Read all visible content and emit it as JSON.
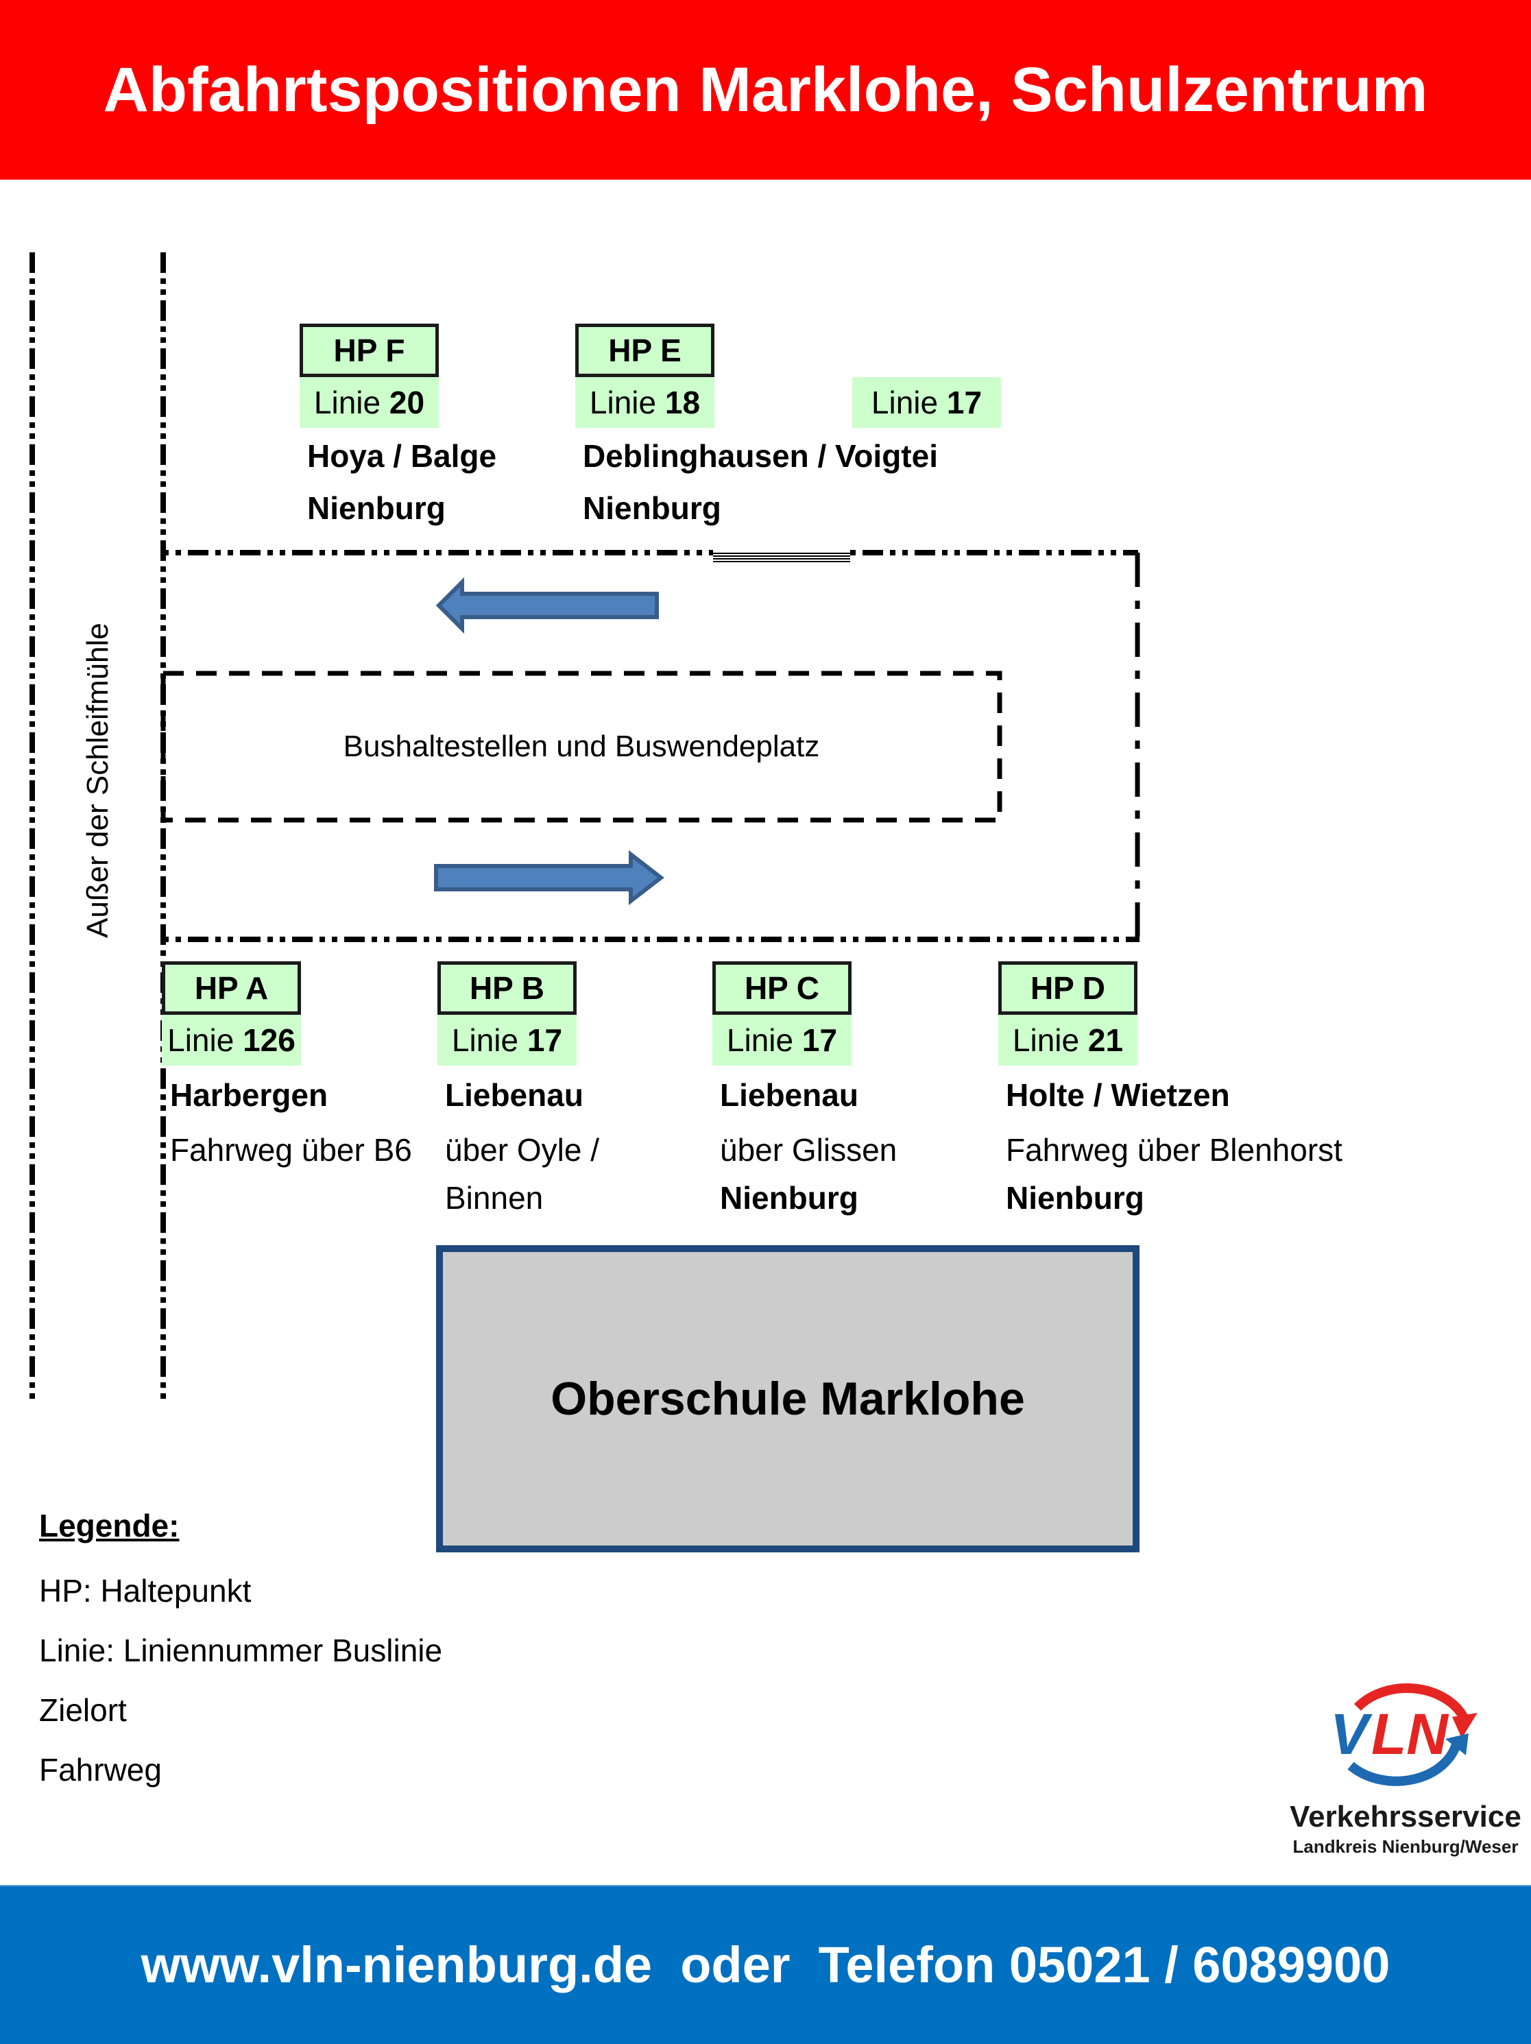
{
  "header": {
    "title": "Abfahrtspositionen Marklohe, Schulzentrum"
  },
  "street": {
    "name": "Außer der Schleifmühle"
  },
  "area": {
    "label": "Bushaltestellen und Buswendeplatz"
  },
  "stops_top": [
    {
      "hp": "HP F",
      "linie_prefix": "Linie",
      "linie_number": "20",
      "destination": "Hoya / Balge",
      "extra": "Nienburg"
    },
    {
      "hp": "HP E",
      "linie_prefix": "Linie",
      "linie_number": "18",
      "destination": "Deblinghausen / Voigtei",
      "extra": "Nienburg"
    }
  ],
  "extra_linie": {
    "linie_prefix": "Linie",
    "linie_number": "17"
  },
  "stops_bottom": [
    {
      "hp": "HP A",
      "linie_prefix": "Linie",
      "linie_number": "126",
      "destination": "Harbergen",
      "route": "Fahrweg über B6"
    },
    {
      "hp": "HP B",
      "linie_prefix": "Linie",
      "linie_number": "17",
      "destination": "Liebenau",
      "route": "über Oyle /",
      "route2": "Binnen"
    },
    {
      "hp": "HP C",
      "linie_prefix": "Linie",
      "linie_number": "17",
      "destination": "Liebenau",
      "route": "über Glissen",
      "extra": "Nienburg"
    },
    {
      "hp": "HP D",
      "linie_prefix": "Linie",
      "linie_number": "21",
      "destination": "Holte / Wietzen",
      "route": "Fahrweg über Blenhorst",
      "extra": "Nienburg"
    }
  ],
  "school": {
    "name": "Oberschule Marklohe"
  },
  "legend": {
    "title": "Legende:",
    "items": [
      "HP: Haltepunkt",
      "Linie: Liniennummer Buslinie",
      "Zielort",
      "Fahrweg"
    ]
  },
  "logo": {
    "mark": "VLN",
    "line1": "Verkehrsservice",
    "line2": "Landkreis Nienburg/Weser"
  },
  "footer": {
    "text": "www.vln-nienburg.de  oder  Telefon 05021 / 6089900"
  },
  "colors": {
    "header": "#ff0000",
    "footer": "#0070c0",
    "stop_fill": "#ccffcc",
    "arrow": "#4f81bd",
    "school_border": "#1f497d",
    "school_fill": "#cccccc"
  }
}
